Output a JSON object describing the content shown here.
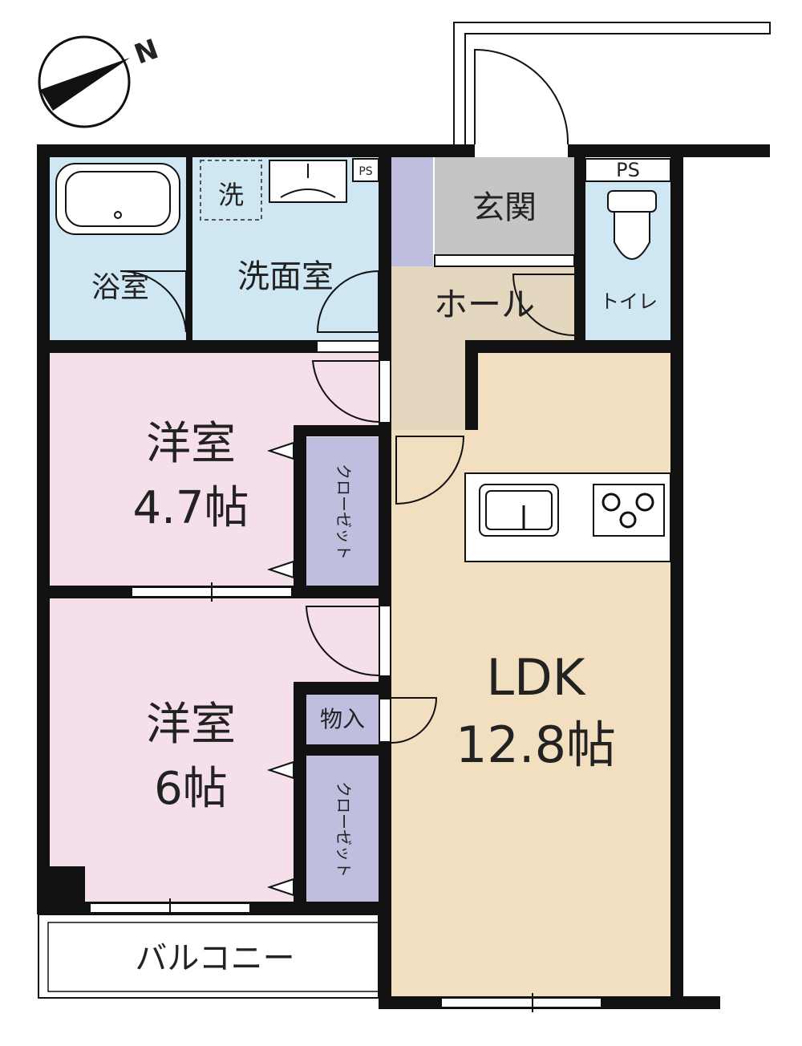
{
  "compass": {
    "north_label": "N"
  },
  "rooms": {
    "bath": "浴室",
    "washroom": "洗面室",
    "washer": "洗",
    "ps_left": "PS",
    "ps_right": "PS",
    "entrance": "玄関",
    "hall": "ホール",
    "toilet": "トイレ",
    "western1": {
      "name": "洋室",
      "size": "4.7帖"
    },
    "western2": {
      "name": "洋室",
      "size": "6帖"
    },
    "closet1": "クローゼット",
    "closet2": "クローゼット",
    "storage": "物入",
    "ldk": {
      "name": "LDK",
      "size": "12.8帖"
    },
    "balcony": "バルコニー"
  },
  "colors": {
    "wall": "#111111",
    "bath_blue": "#cfe7f3",
    "western_pink": "#f4dfea",
    "ldk_beige": "#f1dfbf",
    "hall_tan": "#e4d7bf",
    "entrance_gray": "#c5c5c5",
    "closet_lavender": "#bfbedf"
  }
}
